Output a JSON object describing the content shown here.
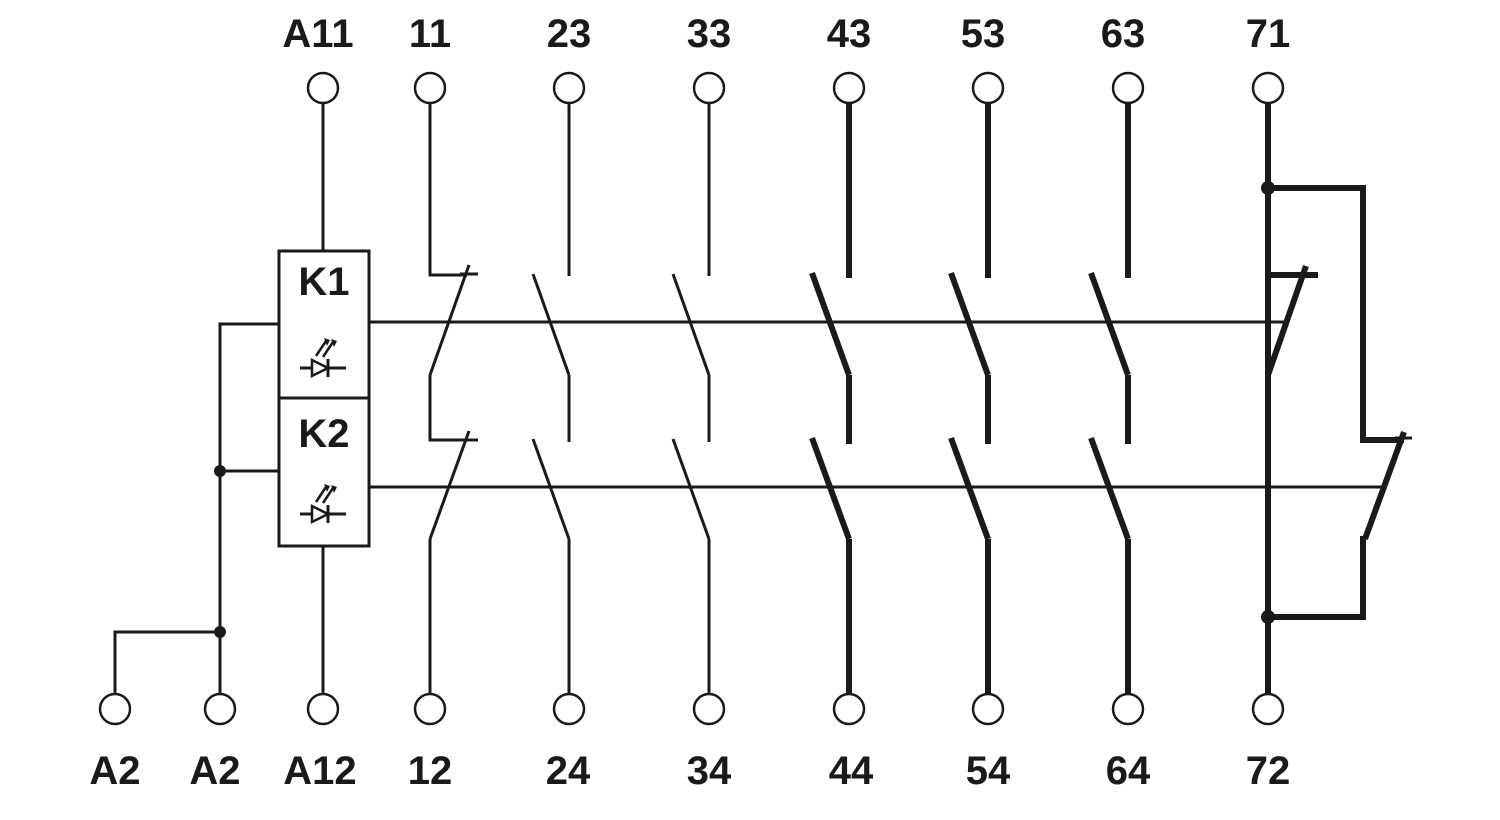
{
  "diagram": {
    "top_terminals": [
      "A11",
      "11",
      "23",
      "33",
      "43",
      "53",
      "63",
      "71"
    ],
    "bottom_terminals": [
      "A2",
      "A2",
      "A12",
      "12",
      "24",
      "34",
      "44",
      "54",
      "64",
      "72"
    ],
    "relays": [
      {
        "label": "K1",
        "symbol": "led-diode-icon"
      },
      {
        "label": "K2",
        "symbol": "led-diode-icon"
      }
    ],
    "line_color": "#1a1a1a",
    "background": "#ffffff"
  }
}
